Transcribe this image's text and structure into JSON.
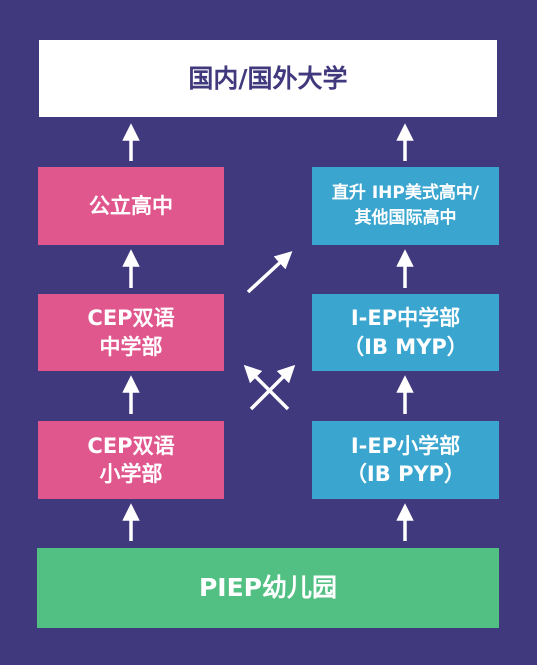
{
  "top": {
    "label": "国内/国外大学"
  },
  "left_column": {
    "high": {
      "lines": [
        "公立高中"
      ]
    },
    "middle": {
      "lines": [
        "CEP双语",
        "中学部"
      ]
    },
    "primary": {
      "lines": [
        "CEP双语",
        "小学部"
      ]
    }
  },
  "right_column": {
    "high": {
      "lines": [
        "直升 IHP美式高中/",
        "其他国际高中"
      ]
    },
    "middle": {
      "lines": [
        "I-EP中学部",
        "（IB MYP）"
      ]
    },
    "primary": {
      "lines": [
        "I-EP小学部",
        "（IB PYP）"
      ]
    }
  },
  "bottom": {
    "label": "PIEP幼儿园"
  },
  "colors": {
    "background": "#41397d",
    "pink": "#e0578e",
    "blue": "#3aa5cf",
    "green": "#53c083",
    "white": "#ffffff"
  }
}
